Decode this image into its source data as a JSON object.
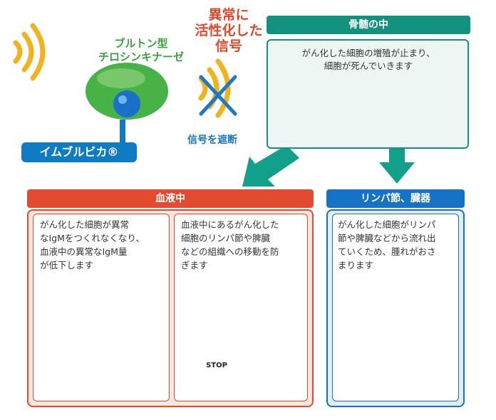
{
  "btk": {
    "line1": "ブルトン型",
    "line2": "チロシンキナーゼ"
  },
  "signal": {
    "line1": "異常に",
    "line2": "活性化した",
    "line3": "信号"
  },
  "block_label": "信号を遮断",
  "drug_name": "イムブルビカ®",
  "marrow": {
    "title": "骨髄の中",
    "text_line1": "がん化した細胞の増殖が止まり、",
    "text_line2": "細胞が死んでいきます"
  },
  "blood": {
    "title": "血液中",
    "panel1_lines": [
      "がん化した細胞が異常",
      "なIgMをつくれなくなり、",
      "血液中の異常なIgM量",
      "が低下します"
    ],
    "panel2_lines": [
      "血液中にあるがん化した",
      "細胞のリンパ節や脾臓",
      "などの組織への移動を防",
      "ぎます"
    ],
    "stop_label": "STOP"
  },
  "lymph": {
    "title": "リンパ節、臓器",
    "panel_lines": [
      "がん化した細胞がリンパ",
      "節や脾臓などから流れ出",
      "ていくため、腫れがおさ",
      "まります"
    ]
  },
  "colors": {
    "teal": "#12917e",
    "red": "#e24b2f",
    "blue": "#1673c3",
    "green": "#3aa23a",
    "signal_orange": "#f2a51d"
  }
}
